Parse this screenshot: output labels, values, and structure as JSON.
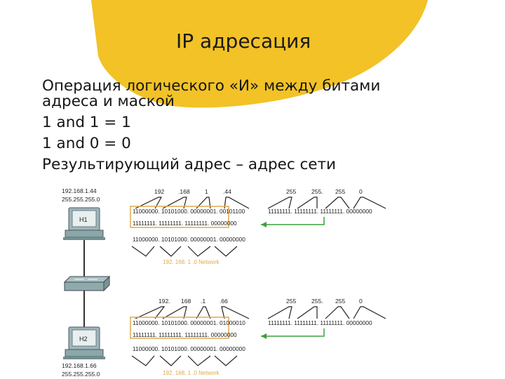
{
  "title": "IP адресация",
  "body_lines": [
    "Операция логического «И» между битами",
    "адреса и маской",
    "1 and 1 = 1",
    "1 and 0 = 0",
    "Результирующий адрес – адрес сети"
  ],
  "colors": {
    "accent_yellow": "#f2c227",
    "highlight_box": "#e0a84a",
    "arrow_green": "#3aa03a",
    "network_label": "#e0a84a"
  },
  "diagram": {
    "h1": {
      "label": "H1",
      "ip": "192.168.1.44",
      "mask": "255.255.255.0",
      "ip_octets": [
        "192",
        ".168",
        "1",
        ".44"
      ],
      "mask_octets": [
        "255",
        "255.",
        "255",
        "0"
      ],
      "row_ip": "11000000. 10101000. 00000001. 00101100",
      "row_mask_and": "11111111. 11111111. 11111111. 00000000",
      "row_result": "11000000. 10101000. 00000001. 00000000",
      "mask_binary": "11111111. 11111111. 11111111. 00000000",
      "network_label": "192. 168. 1 .0 Network"
    },
    "h2": {
      "label": "H2",
      "ip": "192.168.1.66",
      "mask": "255.255.255.0",
      "ip_octets": [
        "192.",
        "168",
        ".1",
        ".66"
      ],
      "mask_octets": [
        "255",
        "255.",
        "255",
        "0"
      ],
      "row_ip": "11000000. 10101000. 00000001. 01000010",
      "row_mask_and": "11111111. 11111111. 11111111. 00000000",
      "row_result": "11000000. 10101000. 00000001. 00000000",
      "mask_binary": "11111111. 11111111. 11111111. 00000000",
      "network_label": "192. 168. 1 .0 Network"
    }
  }
}
